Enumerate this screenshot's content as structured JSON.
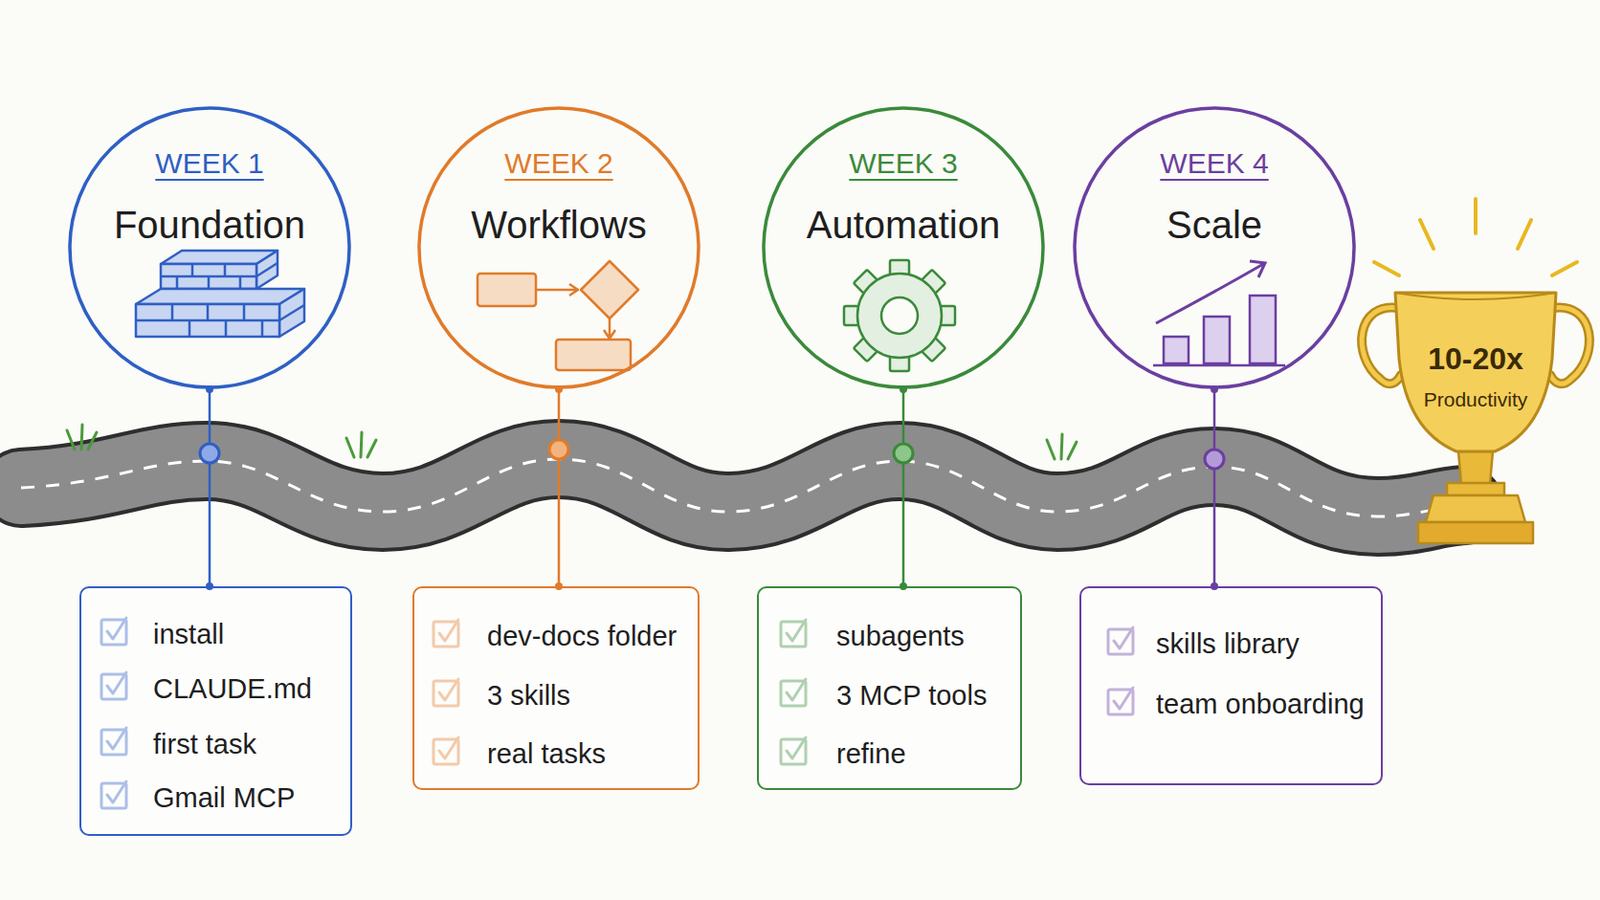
{
  "diagram": {
    "nodes": [
      {
        "text": [
          "WEEK 1",
          "Foundation"
        ]
      },
      {
        "text": [
          "WEEK 2",
          "Workflows"
        ]
      },
      {
        "text": [
          "WEEK 3",
          "Automation"
        ]
      },
      {
        "text": [
          "WEEK 4",
          "Scale"
        ]
      },
      {
        "text": [
          "10-20x",
          "Productivity"
        ]
      },
      {
        "text": [
          "install",
          "CLAUDE.md",
          "first task",
          "Gmail MCP"
        ]
      },
      {
        "text": [
          "dev-docs folder",
          "3 skills",
          "real tasks"
        ]
      },
      {
        "text": [
          "subagents",
          "3 MCP tools",
          "refine"
        ]
      },
      {
        "text": [
          "skills library",
          "team onboarding"
        ]
      }
    ],
    "edges": [
      {
        "from": 0,
        "to": 5,
        "arrow": "none"
      },
      {
        "from": 1,
        "to": 6,
        "arrow": "none"
      },
      {
        "from": 2,
        "to": 7,
        "arrow": "none"
      },
      {
        "from": 3,
        "to": 8,
        "arrow": "none"
      }
    ]
  }
}
